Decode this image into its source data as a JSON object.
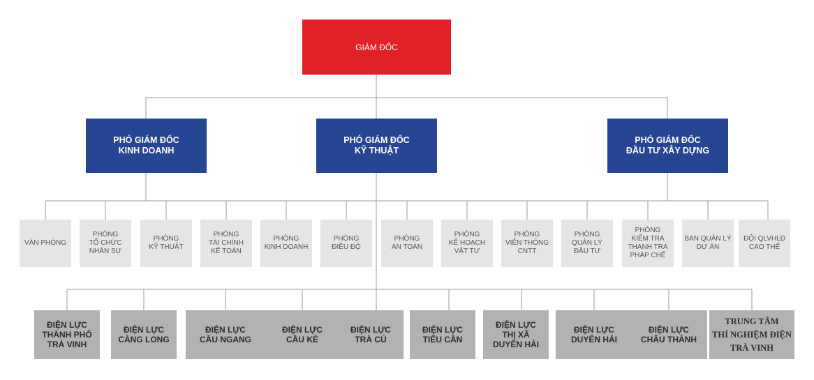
{
  "director": {
    "label": "GIÁM ĐỐC"
  },
  "deputies": [
    {
      "label": "PHÓ GIÁM ĐỐC\nKINH DOANH"
    },
    {
      "label": "PHÓ GIÁM ĐỐC\nKỸ THUẬT"
    },
    {
      "label": "PHÓ GIÁM ĐỐC\nĐẦU TƯ XÂY DỰNG"
    }
  ],
  "departments": [
    {
      "label": "VĂN PHÒNG"
    },
    {
      "label": "PHÒNG\nTỔ CHỨC\nNHÂN SỰ"
    },
    {
      "label": "PHÒNG\nKỸ THUẬT"
    },
    {
      "label": "PHÒNG\nTÀI CHÍNH\nKẾ TOÁN"
    },
    {
      "label": "PHÒNG\nKINH DOANH"
    },
    {
      "label": "PHÒNG\nĐIỀU ĐỘ"
    },
    {
      "label": "PHÒNG\nAN TOÀN"
    },
    {
      "label": "PHÒNG\nKẾ HOẠCH\nVẬT TƯ"
    },
    {
      "label": "PHÒNG\nVIỄN THÔNG\nCNTT"
    },
    {
      "label": "PHÒNG\nQUẢN LÝ\nĐẦU TƯ"
    },
    {
      "label": "PHÒNG\nKIỂM TRA\nTHANH TRA\nPHÁP CHẾ"
    },
    {
      "label": "BAN QUẢN LÝ\nDỰ ÁN"
    },
    {
      "label": "ĐỘI QLVHLĐ\nCAO THẾ"
    }
  ],
  "units": [
    {
      "label": "ĐIỆN LỰC\nTHÀNH PHỐ\nTRÀ VINH"
    },
    {
      "label": "ĐIỆN LỰC\nCÀNG LONG"
    },
    {
      "label": "ĐIỆN LỰC\nCẦU NGANG"
    },
    {
      "label": "ĐIỆN LỰC\nCẦU KÈ"
    },
    {
      "label": "ĐIỆN LỰC\nTRÀ CÚ"
    },
    {
      "label": "ĐIỆN LỰC\nTIỂU CẦN"
    },
    {
      "label": "ĐIỆN LỰC\nTHỊ XÃ\nDUYÊN HẢI"
    },
    {
      "label": "ĐIỆN LỰC\nDUYÊN HẢI"
    },
    {
      "label": "ĐIỆN LỰC\nCHÂU THÀNH"
    },
    {
      "label": "TRUNG TÂM\nTHÍ NGHIỆM ĐIỆN\nTRÀ VINH"
    }
  ],
  "colors": {
    "director": "#e02127",
    "deputy": "#264593",
    "department": "#e5e5e5",
    "unit": "#b2b2b2",
    "connector": "#9a9a9a"
  }
}
